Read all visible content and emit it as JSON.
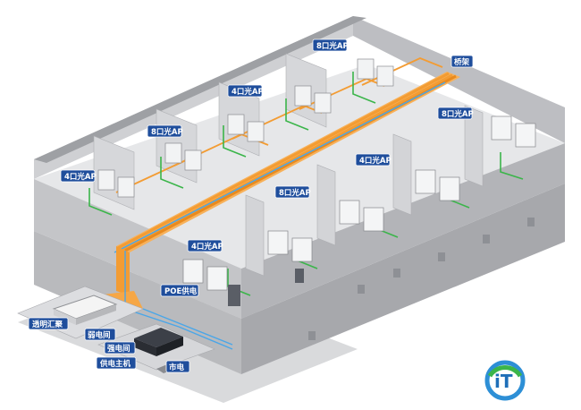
{
  "labels": {
    "ap_4port": "4口光AP",
    "ap_8port": "8口光AP",
    "bridge": "桥架",
    "poe": "POE供电",
    "aggregation": "透明汇聚",
    "weak_room": "弱电间",
    "strong_room": "强电间",
    "power_host": "供电主机",
    "mains": "市电"
  },
  "logo": {
    "text": "iT"
  },
  "colors": {
    "wall": "#c8c9cc",
    "wall_dark": "#9ea0a4",
    "floor": "#e9eaec",
    "tray": "#f39c33",
    "blue_cable": "#4aa6e8",
    "green_cable": "#3bb54a",
    "tag": "#1f4e9c"
  }
}
